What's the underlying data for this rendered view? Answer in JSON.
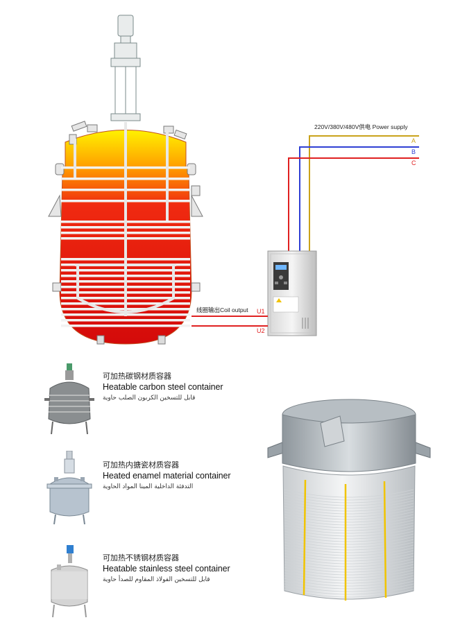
{
  "diagram": {
    "power_supply_label": "220V/380V/480V供电 Power supply",
    "phases": [
      {
        "label": "A",
        "color": "#c9a21a"
      },
      {
        "label": "B",
        "color": "#2e3fd4"
      },
      {
        "label": "C",
        "color": "#e02020"
      }
    ],
    "coil_output_label": "线圈输出Coil output",
    "outputs": [
      "U1",
      "U2"
    ]
  },
  "products": [
    {
      "cn": "可加热碳钢材质容器",
      "en": "Heatable carbon steel container",
      "ar": "قابل للتسخين الكربون الصلب حاوية"
    },
    {
      "cn": "可加热内搪瓷材质容器",
      "en": "Heated enamel material container",
      "ar": "التدفئة الداخلية المينا المواد الحاوية"
    },
    {
      "cn": "可加热不锈钢材质容器",
      "en": "Heatable stainless steel container",
      "ar": "قابل للتسخين الفولاذ المقاوم للصدأ حاوية"
    }
  ]
}
